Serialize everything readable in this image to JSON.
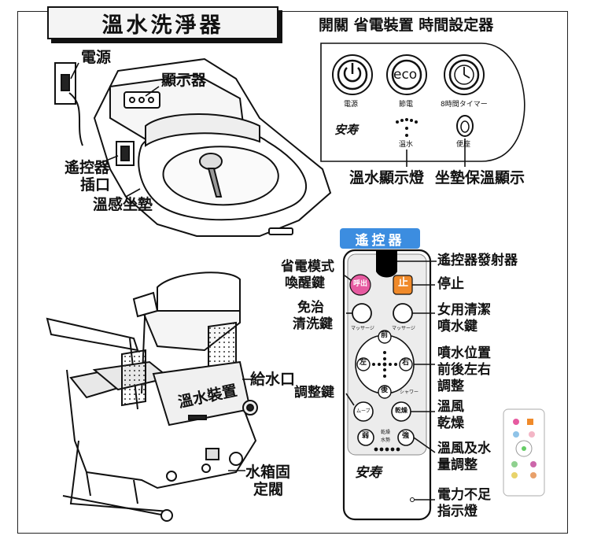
{
  "title": "溫水洗淨器",
  "labels": {
    "power_source": "電源",
    "display": "顯示器",
    "remote_port_line1": "遙控器",
    "remote_port_line2": "插口",
    "heated_seat": "溫感坐墊",
    "panel_header": "開關 省電裝置 時間設定器",
    "warm_water_indicator": "溫水顯示燈",
    "seat_warm_indicator": "坐墊保溫顯示",
    "water_inlet": "給水口",
    "water_unit": "溫水裝置",
    "tank_valve_line1": "水箱固",
    "tank_valve_line2": "定閥"
  },
  "panel": {
    "power_label": "電源",
    "eco_text": "eco",
    "eco_label": "節電",
    "timer_label": "8時間タイマー",
    "warm_water_label": "溫水",
    "seat_label": "便座",
    "brand": "安寿"
  },
  "remote": {
    "banner": "遙控器",
    "emitter": "遙控器發射器",
    "eco_wake_line1": "省電模式",
    "eco_wake_line2": "喚醒鍵",
    "stop": "停止",
    "rinse_line1": "免治",
    "rinse_line2": "清洗鍵",
    "female_line1": "女用清潔",
    "female_line2": "噴水鍵",
    "nozzle_line1": "噴水位置",
    "nozzle_line2": "前後左右",
    "nozzle_line3": "調整",
    "adjust": "調整鍵",
    "dryer_line1": "溫風",
    "dryer_line2": "乾燥",
    "flow_line1": "溫風及水",
    "flow_line2": "量調整",
    "battery_line1": "電力不足",
    "battery_line2": "指示燈",
    "btn_call": "呼出",
    "btn_stop": "止",
    "btn_front": "前",
    "btn_back": "後",
    "btn_left": "左",
    "btn_right": "右",
    "btn_move": "ムーブ",
    "btn_dry": "乾燥",
    "btn_weak": "弱",
    "btn_strong": "強",
    "small_massage_l": "マッサージ",
    "small_massage_r": "マッサージ",
    "small_shower": "シャワー",
    "small_dry_label": "乾燥",
    "small_flow_label": "水勢",
    "brand": "安寿"
  },
  "colors": {
    "banner_blue": "#3c8de0",
    "stop_orange": "#f08a2a",
    "call_pink": "#e65aa0"
  }
}
